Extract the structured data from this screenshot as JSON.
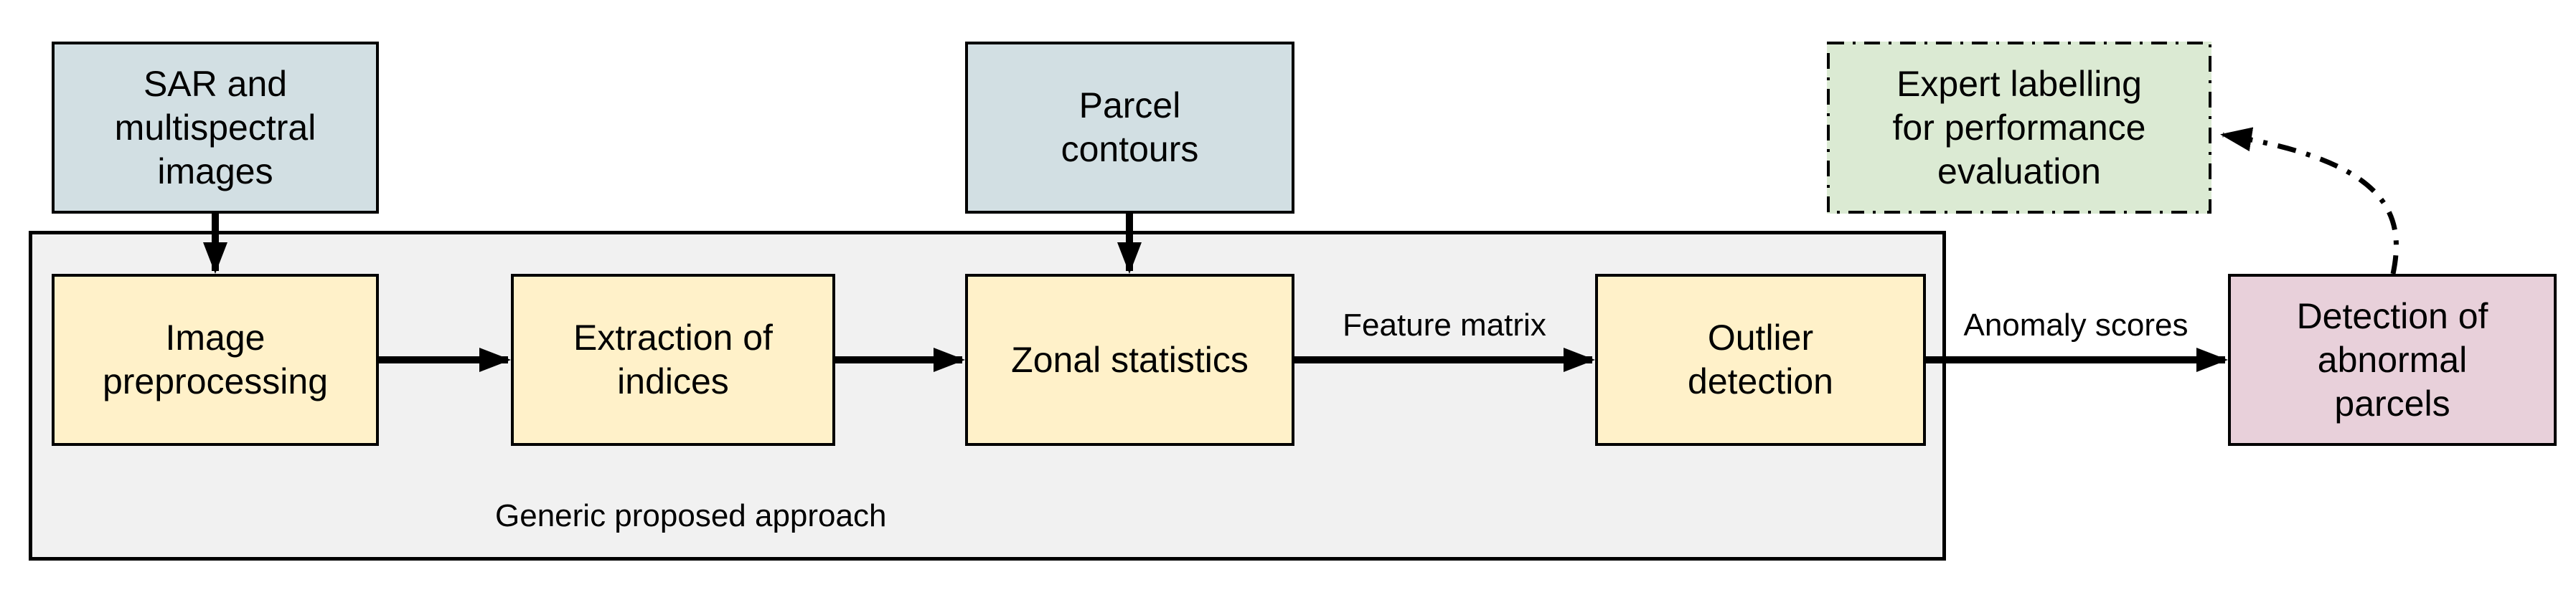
{
  "diagram": {
    "container_label": "Generic proposed approach",
    "nodes": {
      "sar": {
        "lines": [
          "SAR and",
          "multispectral",
          "images"
        ]
      },
      "parcel": {
        "lines": [
          "Parcel",
          "contours"
        ]
      },
      "expert": {
        "lines": [
          "Expert labelling",
          "for performance",
          "evaluation"
        ]
      },
      "image_preprocessing": {
        "lines": [
          "Image",
          "preprocessing"
        ]
      },
      "extraction": {
        "lines": [
          "Extraction of",
          "indices"
        ]
      },
      "zonal": {
        "lines": [
          "Zonal statistics"
        ]
      },
      "outlier": {
        "lines": [
          "Outlier",
          "detection"
        ]
      },
      "detection": {
        "lines": [
          "Detection of",
          "abnormal",
          "parcels"
        ]
      }
    },
    "edge_labels": {
      "feature_matrix": "Feature matrix",
      "anomaly_scores": "Anomaly scores"
    },
    "colors": {
      "input_fill": "#d2dfe3",
      "process_fill": "#fff1c9",
      "expert_fill": "#dbead3",
      "output_fill": "#e8d0da",
      "container_fill": "#f1f1f1",
      "line": "#000000"
    }
  }
}
